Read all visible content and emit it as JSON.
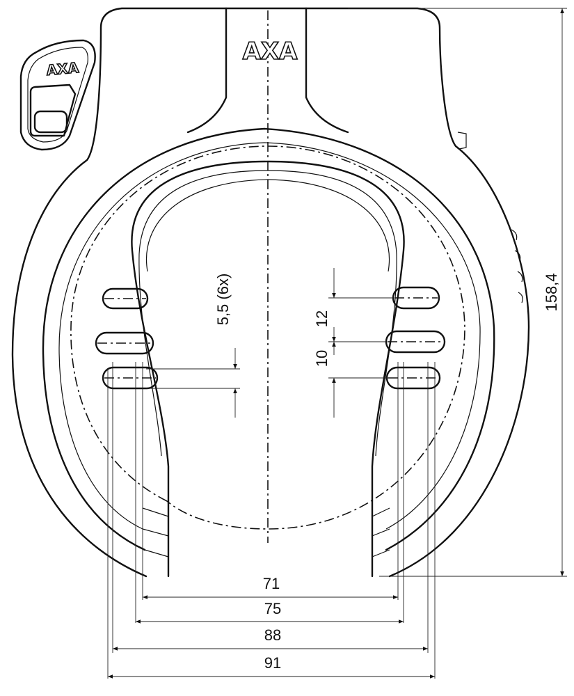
{
  "brand": {
    "body_logo": "AXA",
    "key_logo": "AXA"
  },
  "dimensions": {
    "hole_diameter": "5,5 (6x)",
    "hole_spacing_top": "12",
    "hole_spacing_bottom": "10",
    "total_height": "158,4",
    "width_71": "71",
    "width_75": "75",
    "width_88": "88",
    "width_91": "91"
  }
}
